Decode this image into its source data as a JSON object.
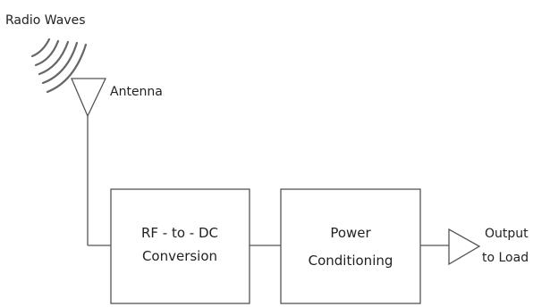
{
  "labels": {
    "radio_waves": "Radio Waves",
    "antenna": "Antenna",
    "output_line1": "Output",
    "output_line2": "to Load"
  },
  "blocks": {
    "rf_dc": {
      "line1": "RF - to - DC",
      "line2": "Conversion"
    },
    "power": {
      "line1": "Power",
      "line2": "Conditioning"
    }
  },
  "icons": {
    "radio_waves": "radio-waves-icon",
    "antenna": "antenna-icon",
    "output": "output-triangle-icon"
  }
}
